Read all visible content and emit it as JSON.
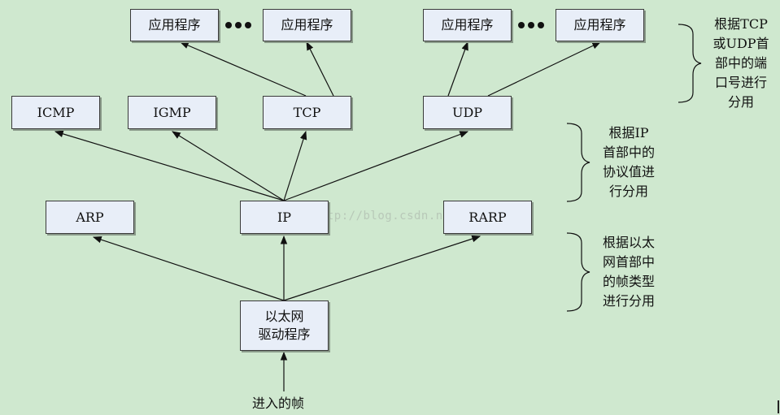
{
  "app_layer": {
    "left_a": "应用程序",
    "left_b": "应用程序",
    "right_a": "应用程序",
    "right_b": "应用程序"
  },
  "transport_layer": {
    "icmp": "ICMP",
    "igmp": "IGMP",
    "tcp": "TCP",
    "udp": "UDP"
  },
  "network_layer": {
    "arp": "ARP",
    "ip": "IP",
    "rarp": "RARP"
  },
  "driver": {
    "line1": "以太网",
    "line2": "驱动程序"
  },
  "incoming": "进入的帧",
  "notes": {
    "port": [
      "根据TCP",
      "或UDP首",
      "部中的端",
      "口号进行",
      "分用"
    ],
    "protocol": [
      "根据IP",
      "首部中的",
      "协议值进",
      "行分用"
    ],
    "frame": [
      "根据以太",
      "网首部中",
      "的帧类型",
      "进行分用"
    ]
  },
  "watermark": "http://blog.csdn.net/"
}
